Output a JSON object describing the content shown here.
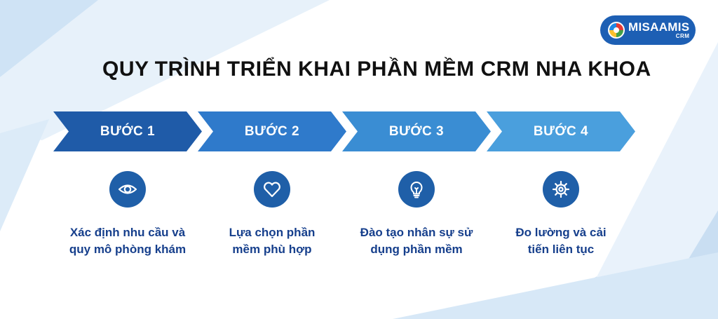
{
  "brand": {
    "name": "MISAAMIS",
    "sub": "CRM",
    "color": "#1d5fb4"
  },
  "title": "QUY TRÌNH TRIỂN KHAI PHẦN MỀM CRM NHA KHOA",
  "steps": [
    {
      "label": "BƯỚC 1",
      "icon": "eye-icon",
      "color": "#1f5ba8",
      "description": "Xác định nhu cầu và\nquy mô phòng khám"
    },
    {
      "label": "BƯỚC 2",
      "icon": "heart-icon",
      "color": "#2f7acb",
      "description": "Lựa chọn phần\nmềm phù hợp"
    },
    {
      "label": "BƯỚC 3",
      "icon": "lightbulb-icon",
      "color": "#3a8dd3",
      "description": "Đào tạo nhân sự sử\ndụng phần mềm"
    },
    {
      "label": "BƯỚC 4",
      "icon": "gear-icon",
      "color": "#4a9fdd",
      "description": "Đo lường và cải\ntiến liên tục"
    }
  ]
}
